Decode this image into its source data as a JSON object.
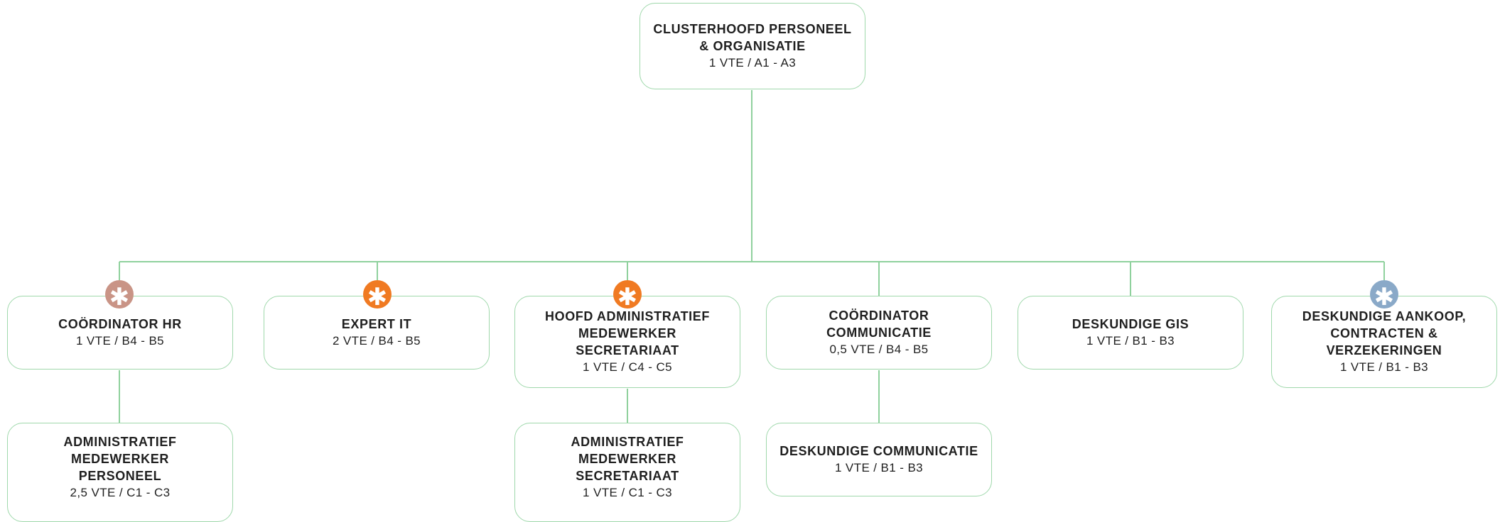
{
  "colors": {
    "line": "#8fd19d",
    "badge_rose": "#c99486",
    "badge_orange": "#f07a22",
    "badge_blue": "#8aa9c8"
  },
  "root": {
    "title_line1": "CLUSTERHOOFD PERSONEEL",
    "title_line2": "& ORGANISATIE",
    "sub": "1 VTE / A1 - A3"
  },
  "nodes": {
    "coordinator_hr": {
      "title": "COÖRDINATOR HR",
      "sub": "1 VTE / B4 - B5",
      "badge": "asterisk-icon",
      "badge_color": "rose"
    },
    "expert_it": {
      "title": "EXPERT IT",
      "sub": "2 VTE / B4 - B5",
      "badge": "asterisk-icon",
      "badge_color": "orange"
    },
    "hoofd_admin": {
      "title_line1": "HOOFD ADMINISTRATIEF",
      "title_line2": "MEDEWERKER SECRETARIAAT",
      "sub": "1 VTE / C4 - C5",
      "badge": "asterisk-icon",
      "badge_color": "orange"
    },
    "coordinator_comm": {
      "title": "COÖRDINATOR COMMUNICATIE",
      "sub": "0,5 VTE / B4 - B5"
    },
    "deskundige_gis": {
      "title": "DESKUNDIGE GIS",
      "sub": "1 VTE / B1 - B3"
    },
    "deskundige_aankoop": {
      "title_line1": "DESKUNDIGE AANKOOP,",
      "title_line2": "CONTRACTEN & VERZEKERINGEN",
      "sub": "1 VTE / B1 - B3",
      "badge": "asterisk-icon",
      "badge_color": "blue"
    },
    "admin_personeel": {
      "title_line1": "ADMINISTRATIEF MEDEWERKER",
      "title_line2": "PERSONEEL",
      "sub": "2,5 VTE / C1 - C3"
    },
    "admin_secretariaat": {
      "title_line1": "ADMINISTRATIEF MEDEWERKER",
      "title_line2": "SECRETARIAAT",
      "sub": "1 VTE / C1 - C3"
    },
    "deskundige_comm": {
      "title": "DESKUNDIGE COMMUNICATIE",
      "sub": "1 VTE / B1 - B3"
    }
  },
  "badge_glyph": "✱"
}
